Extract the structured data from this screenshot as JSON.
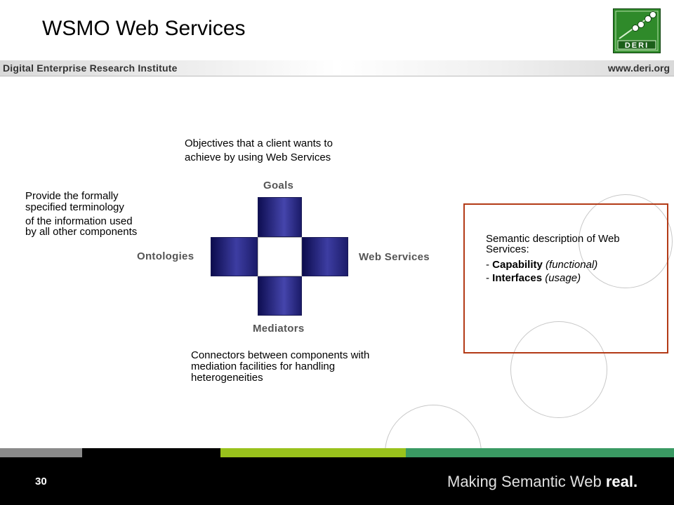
{
  "slide": {
    "title": "WSMO Web Services",
    "number": "30"
  },
  "header": {
    "institute": "Digital Enterprise Research Institute",
    "url": "www.deri.org",
    "logo_text": "DERI"
  },
  "diagram": {
    "goals_label": "Goals",
    "ontologies_label": "Ontologies",
    "web_services_label": "Web Services",
    "mediators_label": "Mediators"
  },
  "annotations": {
    "goals_line1": "Objectives that a client wants to",
    "goals_line2": "achieve by using Web Services",
    "ontologies_line1": "Provide the formally",
    "ontologies_line2": "specified terminology",
    "ontologies_line3": "of the information used",
    "ontologies_line4": "by all other components",
    "mediators_line1": "Connectors between components with",
    "mediators_line2": "mediation facilities for handling",
    "mediators_line3": "heterogeneities"
  },
  "web_services_box": {
    "line1": "Semantic description of Web",
    "line2": "Services:",
    "bullet1_prefix": "- ",
    "bullet1_strong": "Capability",
    "bullet1_em": "(functional)",
    "bullet2_prefix": "- ",
    "bullet2_strong": "Interfaces",
    "bullet2_em": "(usage)"
  },
  "footer": {
    "tagline_prefix": "Making Semantic Web ",
    "tagline_strong": "real."
  },
  "colors": {
    "block_blue": "#2b2b8c",
    "box_border": "#b33a16",
    "footer_gray": "#8a8a8a",
    "footer_lime": "#99c21c",
    "footer_green": "#3a9a63"
  }
}
